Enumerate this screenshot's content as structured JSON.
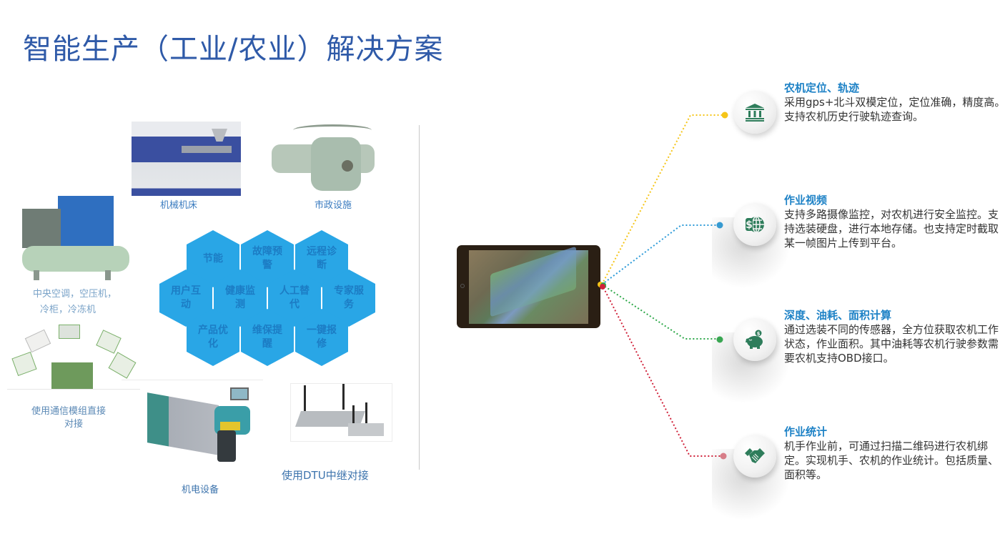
{
  "title": "智能生产（工业/农业）解决方案",
  "left_panel": {
    "devices": [
      {
        "id": "machine-tool",
        "caption": "机械机床"
      },
      {
        "id": "municipal",
        "caption": "市政设施"
      },
      {
        "id": "hvac",
        "caption_line1": "中央空调，空压机，",
        "caption_line2": "冷柜，冷冻机"
      },
      {
        "id": "comm-module",
        "caption_line1": "使用通信模组直接",
        "caption_line2": "对接"
      },
      {
        "id": "electromech",
        "caption": "机电设备"
      },
      {
        "id": "dtu",
        "caption": "使用DTU中继对接"
      }
    ],
    "hexagons": [
      {
        "label": "节能"
      },
      {
        "label": "故障预警"
      },
      {
        "label": "远程诊断"
      },
      {
        "label": "用户互动"
      },
      {
        "label": "健康监测"
      },
      {
        "label": "人工替代"
      },
      {
        "label": "专家服务"
      },
      {
        "label": "产品优化"
      },
      {
        "label": "维保提醒"
      },
      {
        "label": "一键报修"
      }
    ]
  },
  "colors": {
    "title": "#2f5aa8",
    "hex_fill": "#29a6e6",
    "feature_title": "#1e82c6",
    "icon_green": "#2e7d5b",
    "line_yellow": "#f5c518",
    "line_blue": "#2b9ad8",
    "line_green": "#2ea84a",
    "line_red": "#d0223a"
  },
  "features": [
    {
      "icon": "bank-icon",
      "title": "农机定位、轨迹",
      "desc": "采用gps+北斗双模定位，定位准确，精度高。支持农机历史行驶轨迹查询。"
    },
    {
      "icon": "dollar-globe-icon",
      "title": "作业视频",
      "desc": "支持多路摄像监控，对农机进行安全监控。支持选装硬盘，进行本地存储。也支持定时截取某一帧图片上传到平台。"
    },
    {
      "icon": "piggy-bank-icon",
      "title": "深度、油耗、面积计算",
      "desc": "通过选装不同的传感器，全方位获取农机工作状态，作业面积。其中油耗等农机行驶参数需要农机支持OBD接口。"
    },
    {
      "icon": "handshake-icon",
      "title": "作业统计",
      "desc": "机手作业前，可通过扫描二维码进行农机绑定。实现机手、农机的作业统计。包括质量、面积等。"
    }
  ]
}
